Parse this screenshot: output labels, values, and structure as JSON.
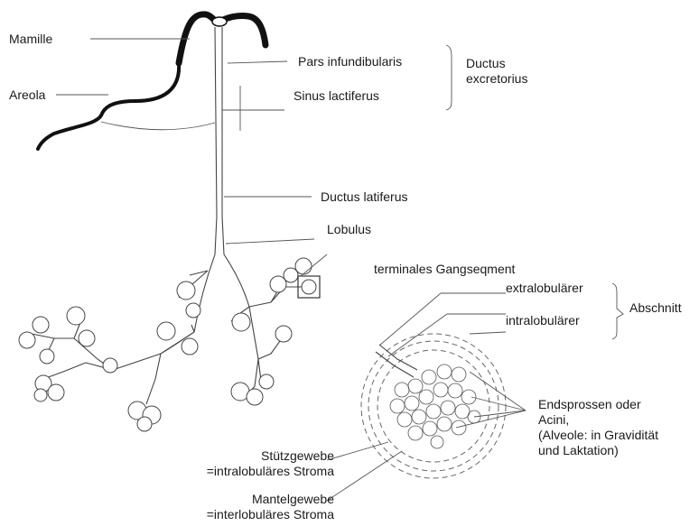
{
  "labels": {
    "mamille": "Mamille",
    "areola": "Areola",
    "pars_infundibularis": "Pars infundibularis",
    "sinus_lactiferus": "Sinus lactiferus",
    "ductus_excretorius": "Ductus\nexcretorius",
    "ductus_latiferus": "Ductus latiferus",
    "lobulus": "Lobulus",
    "terminales_gangsegment": "terminales Gangseqment",
    "extralobulaerer": "extralobulärer",
    "intralobulaerer": "intralobulärer",
    "abschnitt": "Abschnitt",
    "endsprossen": "Endsprossen oder\nAcini,\n(Alveole: in Gravidität\nund Laktation)",
    "stuetzgewebe": "Stützgewebe\n=intralobuläres Stroma",
    "mantelgewebe": "Mantelgewebe\n=interlobuläres Stroma"
  }
}
